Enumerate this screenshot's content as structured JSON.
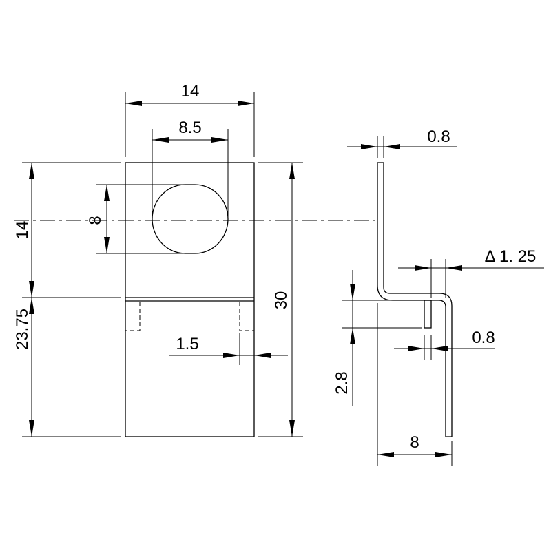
{
  "dimensions": {
    "width_top": "14",
    "hole_width": "8.5",
    "hole_height": "8",
    "upper_height": "14",
    "lower_height": "23.75",
    "total_height": "30",
    "slot_width": "1.5",
    "thickness_top": "0.8",
    "offset": "Δ 1. 25",
    "thickness_mid": "0.8",
    "step_height": "2.8",
    "depth": "8"
  }
}
